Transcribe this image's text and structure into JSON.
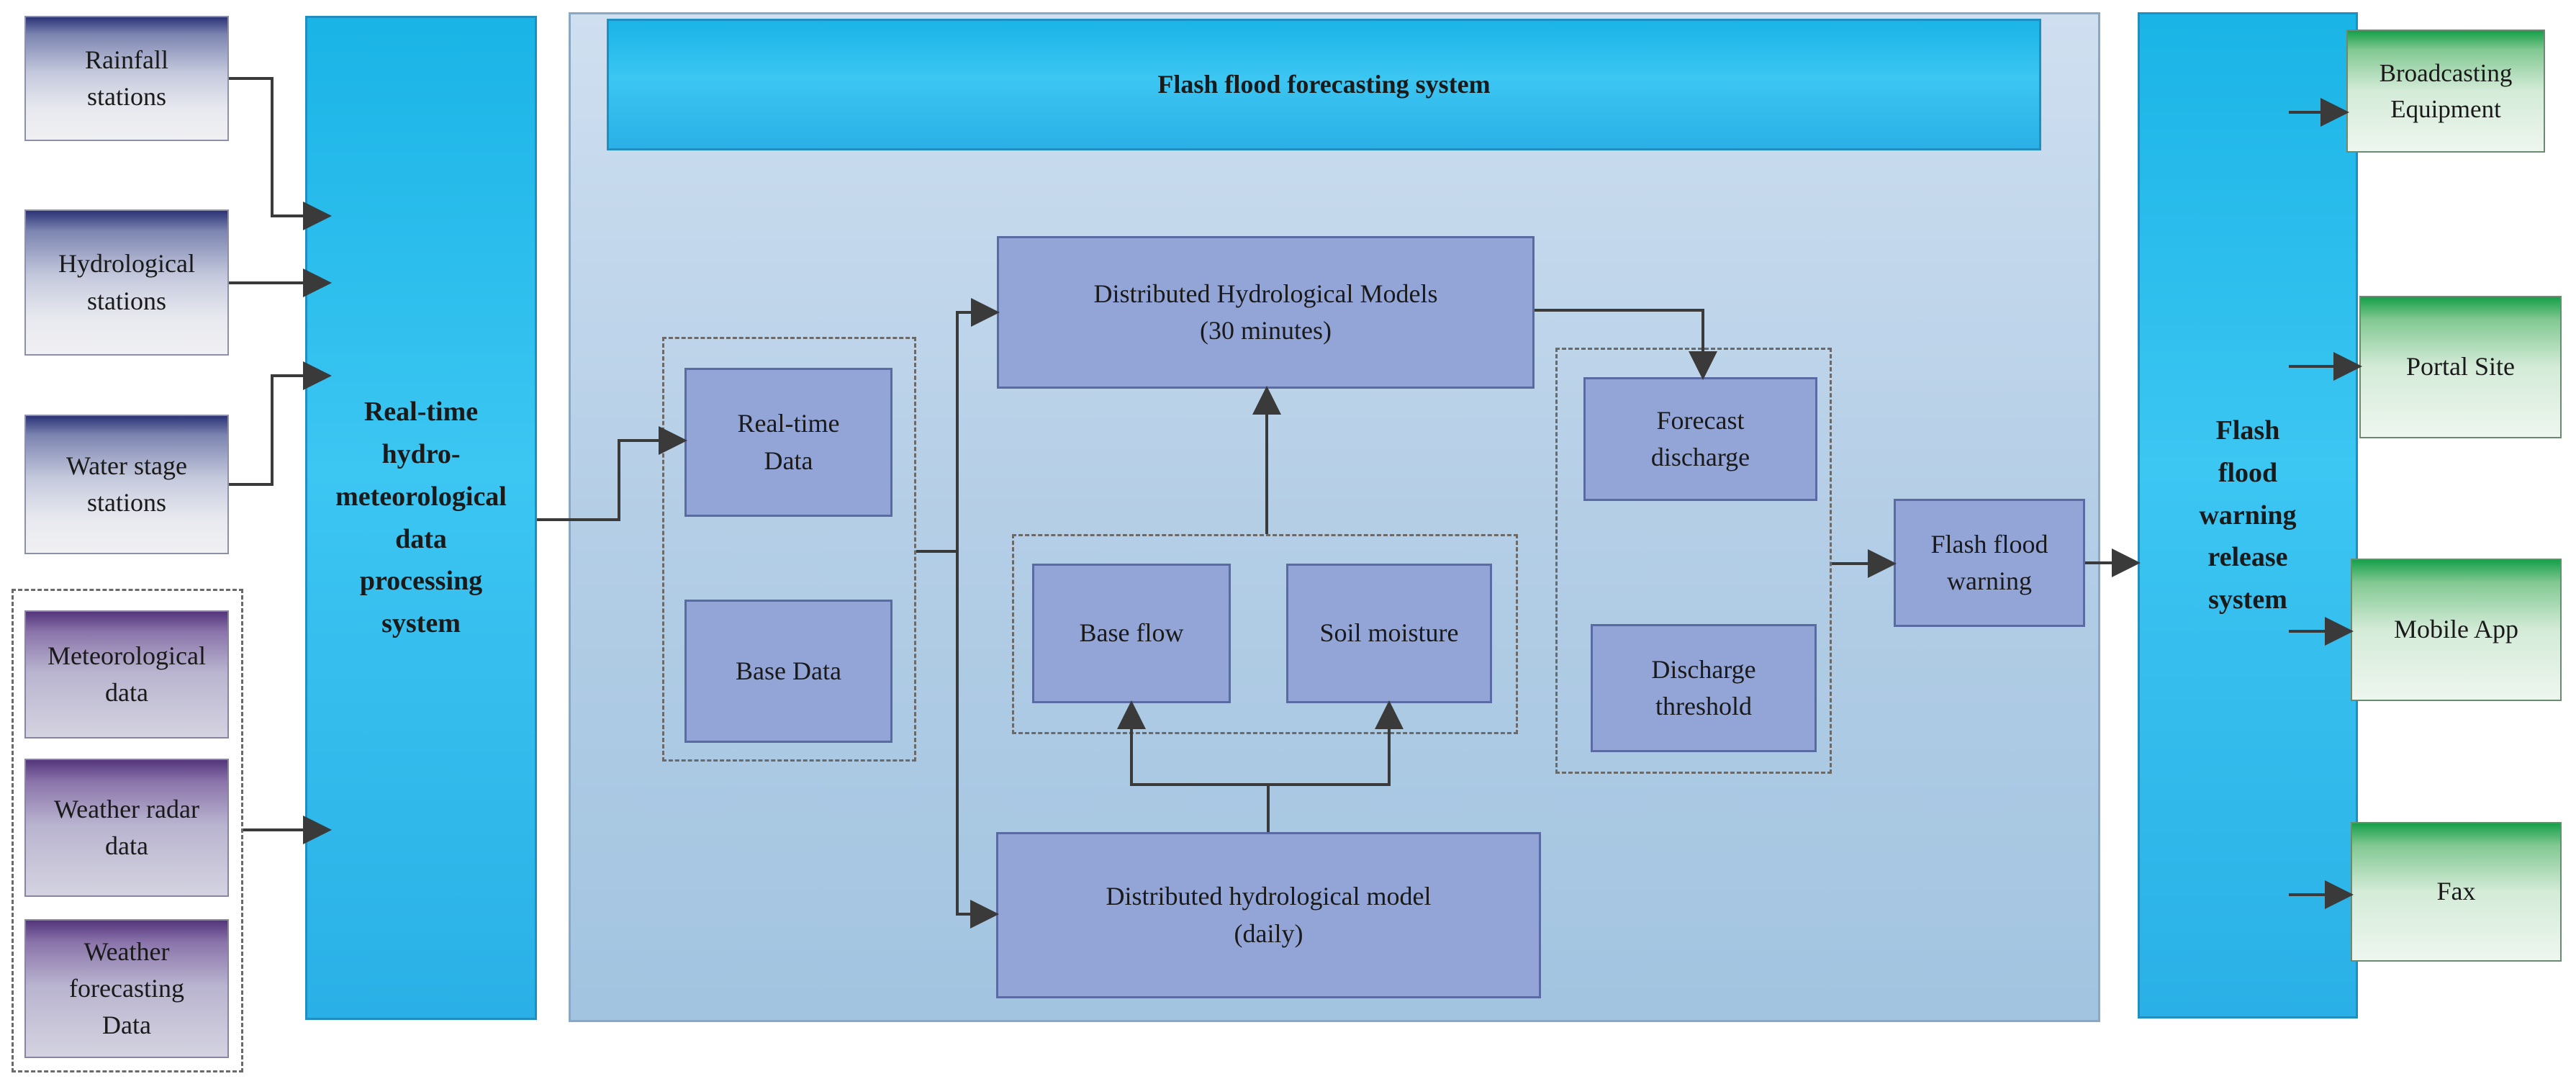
{
  "sources": {
    "rainfall": "Rainfall\nstations",
    "hydrological": "Hydrological\nstations",
    "water_stage": "Water  stage\nstations",
    "meteorological_data": "Meteorological\ndata",
    "weather_radar": "Weather radar\ndata",
    "weather_forecasting": "Weather\nforecasting\nData"
  },
  "processing_system": "Real-time\nhydro-\nmeteorological\ndata\nprocessing\nsystem",
  "forecasting_system": {
    "title": "Flash flood forecasting system",
    "real_time_data": "Real-time\nData",
    "base_data": "Base  Data",
    "distributed_models_30min": "Distributed Hydrological Models\n(30 minutes)",
    "base_flow": "Base flow",
    "soil_moisture": "Soil moisture",
    "distributed_model_daily": "Distributed hydrological model\n(daily)",
    "forecast_discharge": "Forecast\ndischarge",
    "discharge_threshold": "Discharge\nthreshold",
    "flash_flood_warning": "Flash flood\nwarning"
  },
  "release_system": "Flash\nflood\nwarning\nrelease\nsystem",
  "outputs": {
    "broadcasting": "Broadcasting\nEquipment",
    "portal_site": "Portal Site",
    "mobile_app": "Mobile App",
    "fax": "Fax"
  },
  "colors": {
    "connector": "#3a3a3a",
    "cyan_box": "#1ab4e6",
    "model_box": "#93a5d6",
    "output_top": "#16a04a"
  }
}
